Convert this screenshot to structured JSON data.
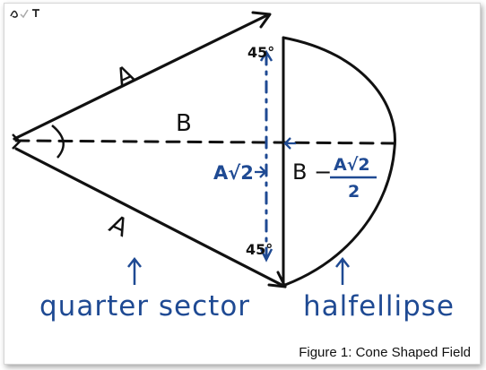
{
  "colors": {
    "ink": "#111111",
    "blue": "#1f4a93",
    "shadow": "#bbbbbb"
  },
  "labels": {
    "upper_side": "A",
    "center_line": "B",
    "lower_side": "A",
    "angle_top": "45°",
    "angle_bottom": "45°",
    "left_segment": "A√2",
    "right_segment_prefix": "B −",
    "frac_num": "A√2",
    "frac_den": "2",
    "sector_caption": "quarter sector",
    "ellipse_caption": "halfellipse"
  },
  "caption": "Figure 1: Cone Shaped Field",
  "icons": [
    "pen-icon",
    "check-icon",
    "text-tool-icon"
  ]
}
